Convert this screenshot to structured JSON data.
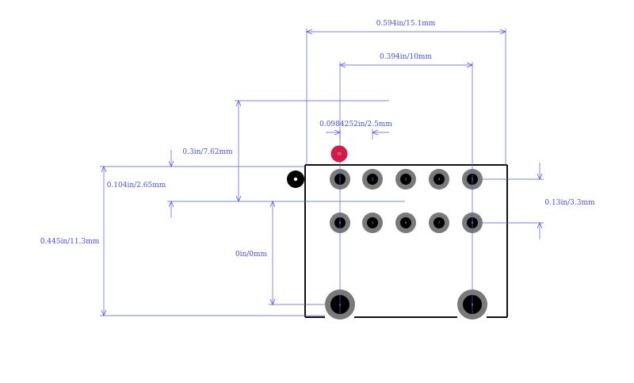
{
  "colors": {
    "dimension": "#5555ee",
    "outline": "#111111",
    "pad": "#7a7a7a",
    "hole": "#000000",
    "pin1_marker": "#d11a45",
    "background": "#ffffff"
  },
  "dimensions": {
    "overall_width": "0.594in/15.1mm",
    "mount_pitch": "0.394in/10mm",
    "pin_pitch": "0.0984252in/2.5mm",
    "upper_offset": "0.3in/7.62mm",
    "top_edge_offset": "0.104in/2.65mm",
    "overall_height": "0.445in/11.3mm",
    "zero_offset": "0in/0mm",
    "row_pitch": "0.13in/3.3mm"
  },
  "pads": {
    "row1": [
      "1",
      "2",
      "3",
      "4",
      "5"
    ],
    "row2": [
      "6",
      "5",
      "6",
      "7",
      "8"
    ],
    "mount": [
      "a",
      "b"
    ],
    "pin1_marker": "10"
  }
}
